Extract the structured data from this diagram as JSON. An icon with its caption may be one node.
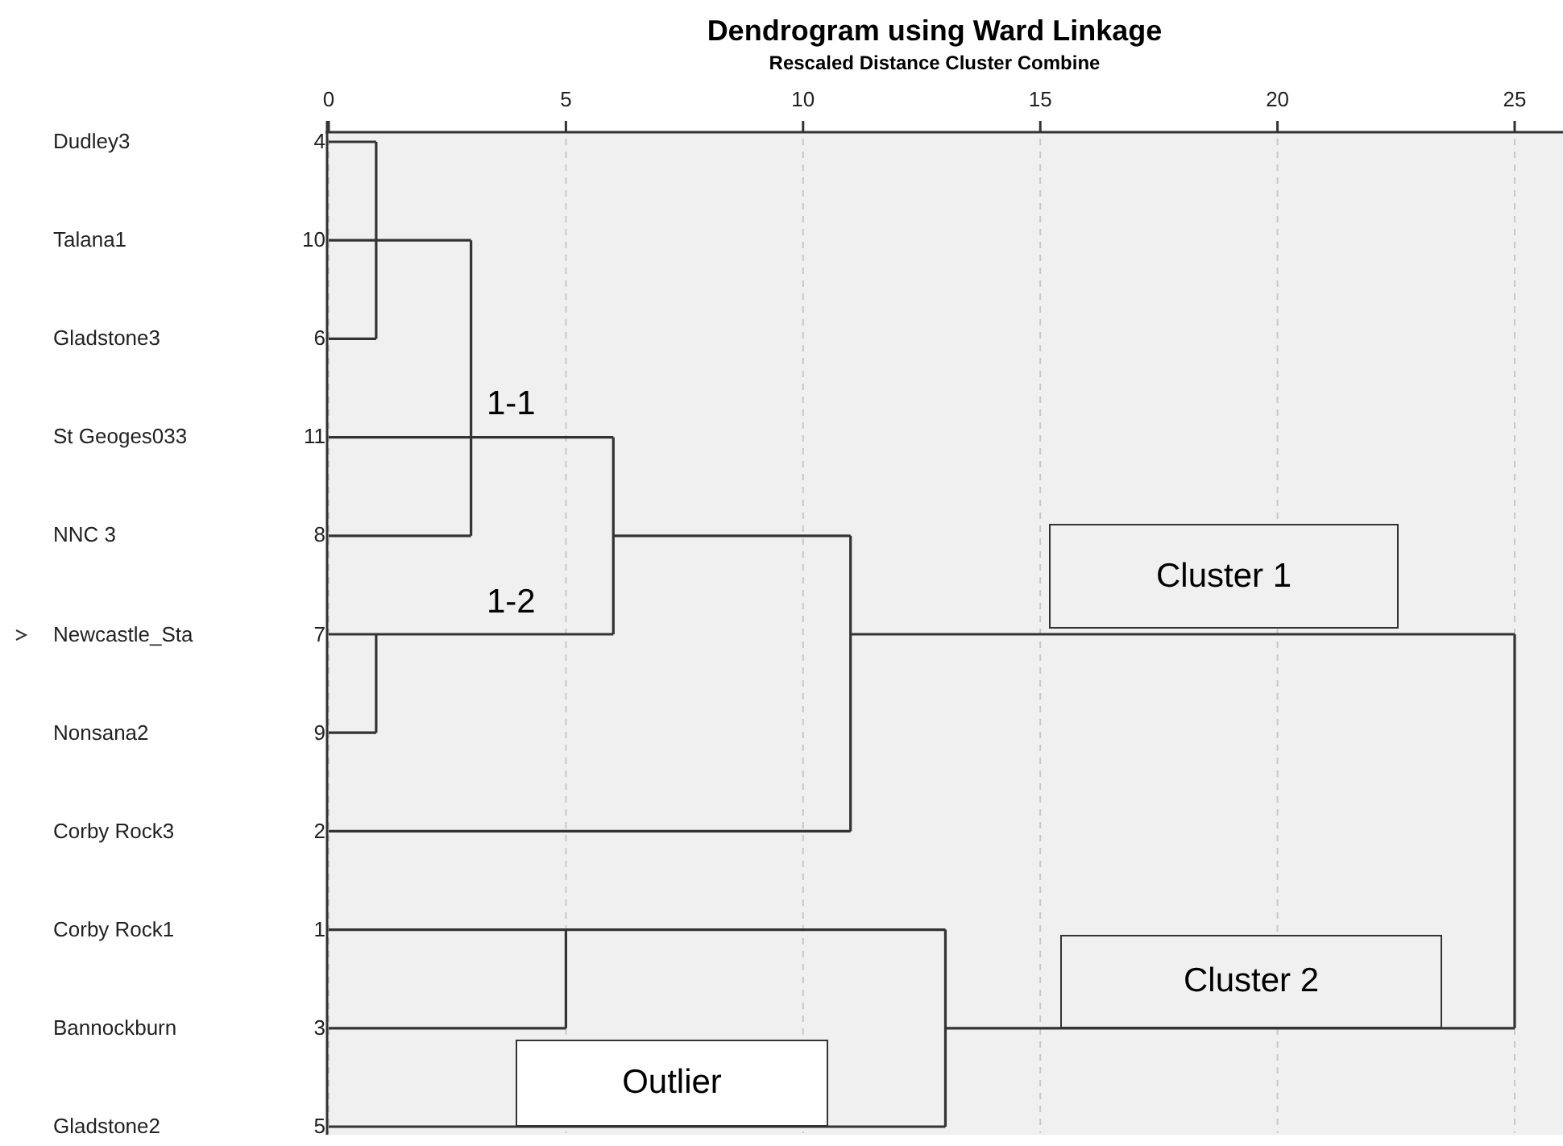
{
  "diagram": {
    "title": "Dendrogram using Ward Linkage",
    "nodes": [
      {
        "text": [
          "Cluster 1"
        ]
      },
      {
        "text": [
          "Cluster 2"
        ]
      },
      {
        "text": [
          "Outlier"
        ]
      }
    ],
    "labels": [
      "Rescaled Distance Cluster Combine",
      "0",
      "5",
      "10",
      "15",
      "20",
      "25",
      "Dudley3",
      "4",
      "Talana1",
      "10",
      "Gladstone3",
      "6",
      "St Geoges033",
      "11",
      "NNC 3",
      "8",
      "Newcastle_Sta",
      "7",
      "Nonsana2",
      "9",
      "Corby Rock3",
      "2",
      "Corby Rock1",
      "1",
      "Bannockburn",
      "3",
      "Gladstone2",
      "5",
      "1-1",
      "1-2"
    ]
  }
}
